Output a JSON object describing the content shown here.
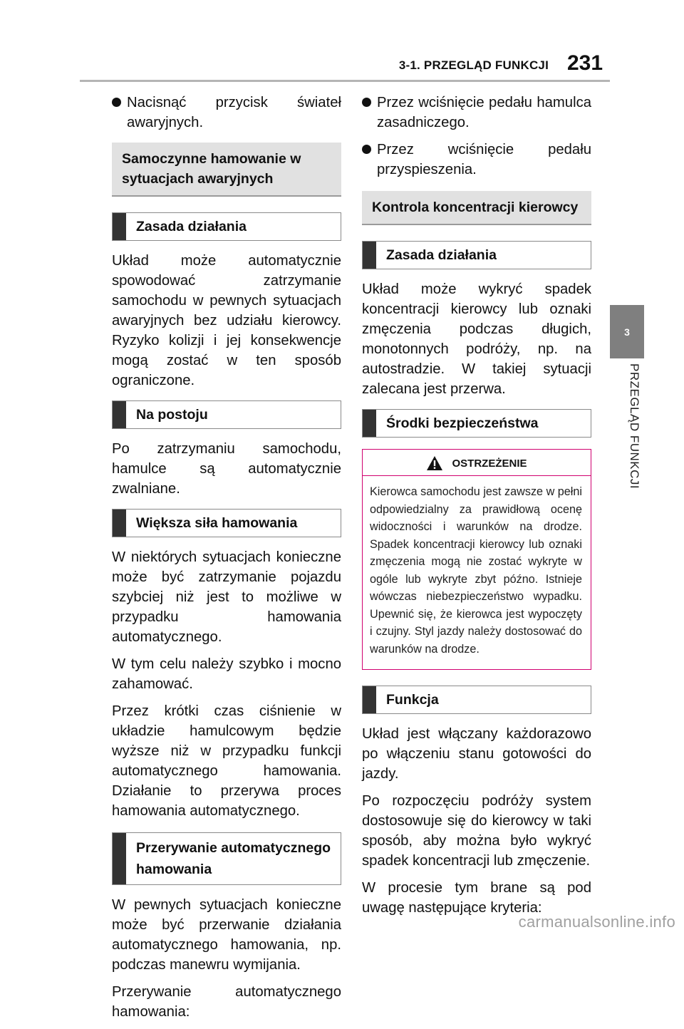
{
  "header": {
    "section": "3-1. PRZEGLĄD FUNKCJI",
    "page_number": "231"
  },
  "side": {
    "tab_number": "3",
    "tab_label": "PRZEGLĄD FUNKCJI"
  },
  "left": {
    "bullet1": "Nacisnąć przycisk świateł awaryjnych.",
    "heading1": "Samoczynne hamowanie w sytuacjach awaryjnych",
    "sub1": "Zasada działania",
    "p1": "Układ może automatycznie spowodować zatrzymanie samochodu w pewnych sytuacjach awaryjnych bez udziału kierowcy. Ryzyko kolizji i jej konsekwencje mogą zostać w ten sposób ograniczone.",
    "sub2": "Na postoju",
    "p2": "Po zatrzymaniu samochodu, hamulce są automatycznie zwalniane.",
    "sub3": "Większa siła hamowania",
    "p3": "W niektórych sytuacjach konieczne może być zatrzymanie pojazdu szybciej niż jest to możliwe w przypadku hamowania automatycznego.",
    "p4": "W tym celu należy szybko i mocno zahamować.",
    "p5": "Przez krótki czas ciśnienie w układzie hamulcowym będzie wyższe niż w przypadku funkcji automatycznego hamowania. Działanie to przerywa proces hamowania automatycznego.",
    "sub4": "Przerywanie automatycznego hamowania",
    "p6": "W pewnych sytuacjach konieczne może być przerwanie działania automatycznego hamowania, np. podczas manewru wymijania.",
    "p7": "Przerywanie automatycznego hamowania:"
  },
  "right": {
    "bullet1": "Przez wciśnięcie pedału hamulca zasadniczego.",
    "bullet2": "Przez wciśnięcie pedału przyspieszenia.",
    "heading1": "Kontrola koncentracji kierowcy",
    "sub1": "Zasada działania",
    "p1": "Układ może wykryć spadek koncentracji kierowcy lub oznaki zmęczenia podczas długich, monotonnych podróży, np. na autostradzie. W takiej sytuacji zalecana jest przerwa.",
    "sub2": "Środki bezpieczeństwa",
    "warning_title": "OSTRZEŻENIE",
    "warning_text": "Kierowca samochodu jest zawsze w pełni odpowiedzialny za prawidłową ocenę widoczności i warunków na drodze. Spadek koncentracji kierowcy lub oznaki zmęczenia mogą nie zostać wykryte w ogóle lub wykryte zbyt późno. Istnieje wówczas niebezpieczeństwo wypadku. Upewnić się, że kierowca jest wypoczęty i czujny. Styl jazdy należy dostosować do warunków na drodze.",
    "sub3": "Funkcja",
    "p2": "Układ jest włączany każdorazowo po włączeniu stanu gotowości do jazdy.",
    "p3": "Po rozpoczęciu podróży system dostosowuje się do kierowcy w taki sposób, aby można było wykryć spadek koncentracji lub zmęczenie.",
    "p4": "W procesie tym brane są pod uwagę następujące kryteria:"
  },
  "footer": {
    "watermark": "carmanualsonline.info"
  },
  "colors": {
    "warning_border": "#d0006f",
    "side_tab": "#7f7f7f",
    "heading_fill": "#e1e1e1"
  }
}
